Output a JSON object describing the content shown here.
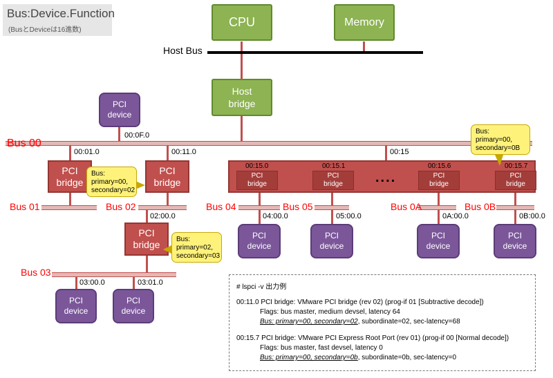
{
  "legend": {
    "title": "Bus:Device.Function",
    "subtitle": "(BusとDeviceは16進数)"
  },
  "top": {
    "cpu": "CPU",
    "memory": "Memory",
    "host_bus": "Host Bus",
    "host_bridge": [
      "Host",
      "bridge"
    ]
  },
  "buses": {
    "b00": "Bus 00",
    "b01": "Bus 01",
    "b02": "Bus 02",
    "b03": "Bus 03",
    "b04": "Bus 04",
    "b05": "Bus 05",
    "b0a": "Bus 0A",
    "b0b": "Bus 0B"
  },
  "addresses": {
    "a00_0f_0": "00:0F.0",
    "a00_01_0": "00:01.0",
    "a00_11_0": "00:11.0",
    "a00_15": "00:15",
    "a02_00_0": "02:00.0",
    "a03_00_0": "03:00.0",
    "a03_01_0": "03:01.0",
    "a04_00_0": "04:00.0",
    "a05_00_0": "05:00.0",
    "a0a_00_0": "0A:00.0",
    "a0b_00_0": "0B:00.0"
  },
  "inner_bridges": [
    {
      "addr": "00:15.0",
      "label": [
        "PCI",
        "bridge"
      ]
    },
    {
      "addr": "00:15.1",
      "label": [
        "PCI",
        "bridge"
      ]
    },
    {
      "addr": "00:15.6",
      "label": [
        "PCI",
        "bridge"
      ]
    },
    {
      "addr": "00:15.7",
      "label": [
        "PCI",
        "bridge"
      ]
    }
  ],
  "ellipsis": "....",
  "pci_bridge": [
    "PCI",
    "bridge"
  ],
  "pci_device": [
    "PCI",
    "device"
  ],
  "callouts": {
    "c1": [
      "Bus:",
      "primary=00,",
      "secondary=02"
    ],
    "c2": [
      "Bus:",
      "primary=02,",
      "secondary=03"
    ],
    "c3": [
      "Bus:",
      "primary=00,",
      "secondary=0B"
    ]
  },
  "lspci": {
    "heading": "# lspci -v 出力例",
    "e1_line1": "00:11.0 PCI bridge: VMware PCI bridge (rev 02) (prog-if 01 [Subtractive decode])",
    "e1_line2": "Flags: bus master, medium devsel, latency 64",
    "e1_line3_u": "Bus: primary=00, secondary=02",
    "e1_line3_rest": ", subordinate=02, sec-latency=68",
    "e2_line1": "00:15.7 PCI bridge: VMware PCI Express Root Port (rev 01) (prog-if 00 [Normal decode])",
    "e2_line2": "Flags: bus master, fast devsel, latency 0",
    "e2_line3_u": "Bus: primary=00, secondary=0b",
    "e2_line3_rest": ", subordinate=0b, sec-latency=0"
  },
  "colors": {
    "bus_red": "#ff0000",
    "bridge": "#c0504d",
    "device": "#7b579a",
    "host": "#8db352",
    "callout": "#fff27a"
  }
}
